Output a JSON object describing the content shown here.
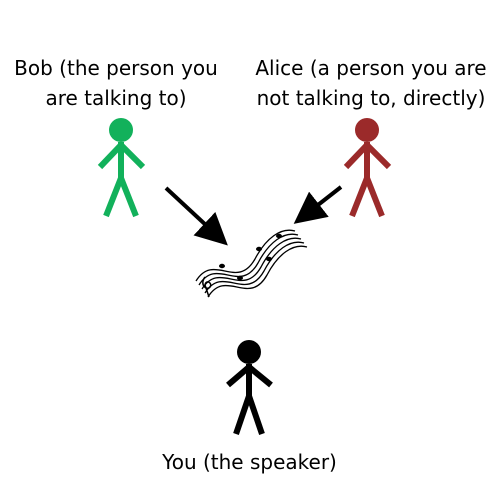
{
  "labels": {
    "bob_line1": "Bob (the person you",
    "bob_line2": "are talking to)",
    "alice_line1": "Alice (a person you are",
    "alice_line2": "not talking to, directly)",
    "you": "You (the speaker)"
  },
  "colors": {
    "bob": "#12b15b",
    "alice": "#9b2a2a",
    "you": "#000000",
    "arrow": "#000000",
    "music": "#000000"
  },
  "icons": {
    "bob_figure": "stick-figure",
    "alice_figure": "stick-figure",
    "you_figure": "stick-figure",
    "music": "music-staff"
  }
}
